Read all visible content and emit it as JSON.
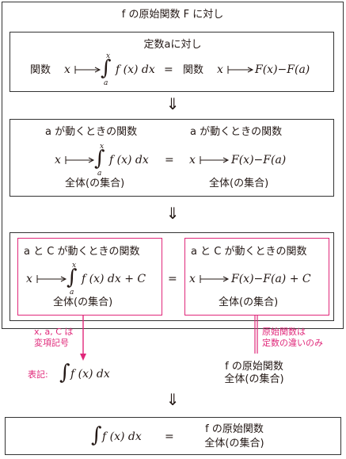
{
  "outer": {
    "title": "f の原始関数 F に対し"
  },
  "step1": {
    "header": "定数aに対し",
    "left_label": "関数",
    "right_label": "関数",
    "var": "x",
    "integrand": "f (x) dx",
    "upper": "x",
    "lower": "a",
    "equals": "=",
    "rhs": "F(x)−F(a)"
  },
  "step2": {
    "left_header": "a が動くときの関数",
    "right_header": "a が動くときの関数",
    "var": "x",
    "integrand": "f (x) dx",
    "upper": "x",
    "lower": "a",
    "equals": "=",
    "rhs": "F(x)−F(a)",
    "left_footer": "全体(の集合)",
    "right_footer": "全体(の集合)"
  },
  "step3": {
    "left_header": "a と C が動くときの関数",
    "right_header": "a と C が動くときの関数",
    "var": "x",
    "integrand": "f (x) dx + C",
    "upper": "x",
    "lower": "a",
    "equals": "=",
    "rhs": "F(x)−F(a) + C",
    "left_footer": "全体(の集合)",
    "right_footer": "全体(の集合)"
  },
  "annotations": {
    "left_note_line1": "x, a, C は",
    "left_note_line2": "変項記号",
    "right_note_line1": "原始関数は",
    "right_note_line2": "定数の違いのみ",
    "notation_label": "表記:",
    "notation_expr": "f (x) dx",
    "prim_line1": "f の原始関数",
    "prim_line2": "全体(の集合)"
  },
  "final": {
    "expr": "f (x) dx",
    "equals": "=",
    "rhs_line1": "f の原始関数",
    "rhs_line2": "全体(の集合)"
  },
  "colors": {
    "accent": "#e0287a",
    "ink": "#231815"
  },
  "icons": {
    "down_arrow": "double-down-arrow-icon",
    "maps_to": "maps-to-arrow-icon"
  }
}
